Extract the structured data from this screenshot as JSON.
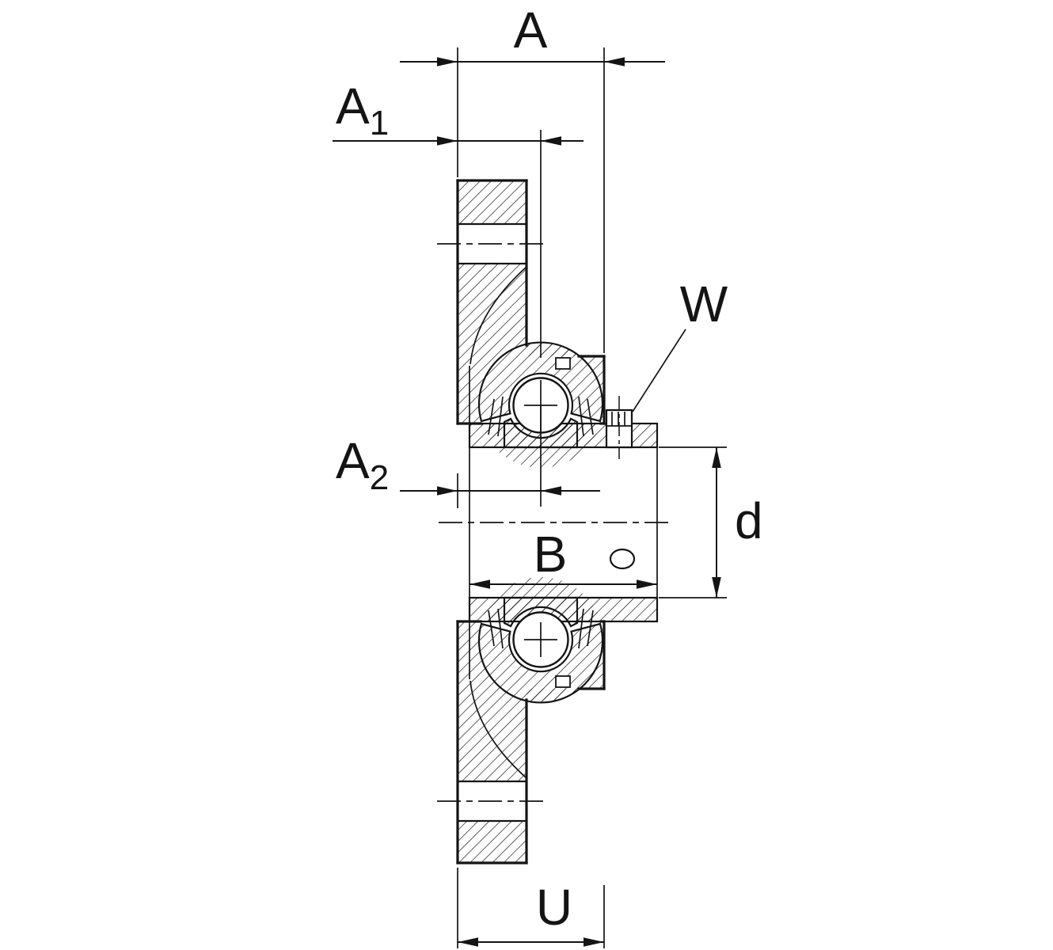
{
  "drawing": {
    "kind": "flanged-bearing-housing-unit-cross-section",
    "background": "#ffffff",
    "line_color": "#141414",
    "dimensions": {
      "A": {
        "label": "A"
      },
      "A1": {
        "base": "A",
        "sub": "1"
      },
      "A2": {
        "base": "A",
        "sub": "2"
      },
      "B": {
        "label": "B"
      },
      "W": {
        "label": "W"
      },
      "d": {
        "label": "d"
      },
      "U": {
        "label": "U"
      }
    }
  }
}
